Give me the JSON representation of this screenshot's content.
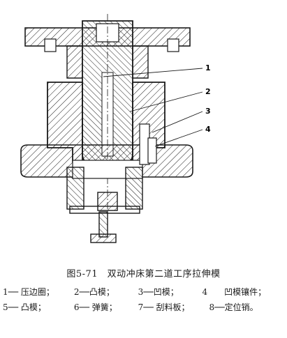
{
  "figure": {
    "title": "图5-71　双动冲床第二道工序拉伸模",
    "callouts": [
      "1",
      "2",
      "3",
      "4"
    ],
    "legend_line1": [
      "1── 压边圈；",
      "2──凸模；",
      "3──凹模；",
      "4　　凹模镶件；"
    ],
    "legend_line2": [
      "5── 凸模；",
      "6── 弹簧；",
      "7── 刮料板；",
      "8──定位销。"
    ]
  },
  "colors": {
    "ink": "#1a1a1a",
    "paper": "#ffffff"
  }
}
